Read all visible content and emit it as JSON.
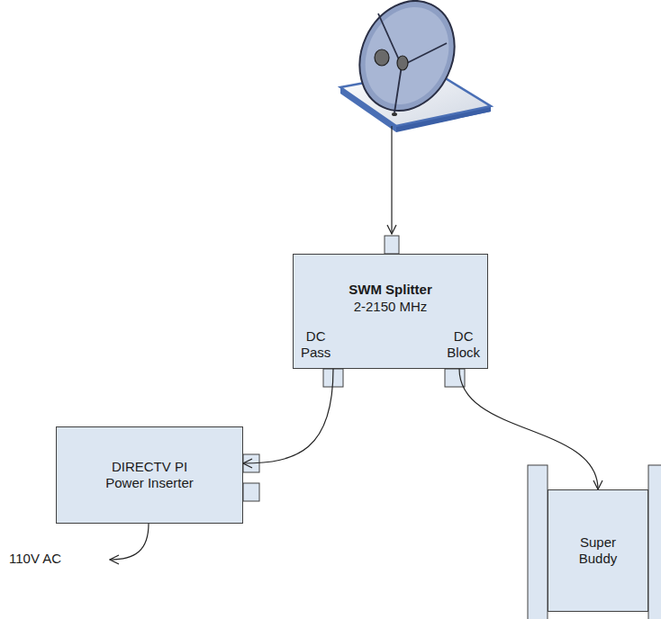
{
  "diagram": {
    "nodes": [
      {
        "text": [
          "SWM Splitter",
          "2-2150 MHz",
          "DC Pass",
          "DC Block"
        ]
      },
      {
        "text": [
          "DIRECTV PI Power Inserter"
        ]
      },
      {
        "text": [
          "Super Buddy"
        ]
      }
    ],
    "edges": [
      {
        "from": 0,
        "to": 1,
        "arrow": "to"
      },
      {
        "from": 0,
        "to": 2,
        "arrow": "to"
      }
    ],
    "labels": [
      "110V AC"
    ]
  }
}
